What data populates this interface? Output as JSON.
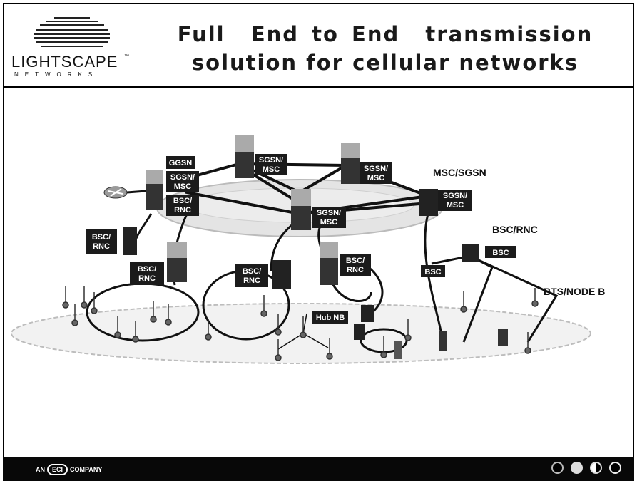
{
  "logo": {
    "wordmark": "LIGHTSCAPE",
    "tm": "™",
    "subtitle": "NETWORKS"
  },
  "title": {
    "line1": "Full  End to End  transmission",
    "line2": "solution for cellular networks"
  },
  "diagram": {
    "box_labels": {
      "ggsn": "GGSN",
      "sgsn_msc_left": "SGSN/ MSC",
      "bsc_rnc_left": "BSC/ RNC",
      "sgsn_msc_top1": "SGSN/ MSC",
      "sgsn_msc_top2": "SGSN/ MSC",
      "sgsn_msc_center": "SGSN/ MSC",
      "sgsn_msc_right": "SGSN/ MSC",
      "bsc_rnc_outer": "BSC/ RNC",
      "bsc_rnc_lower_left": "BSC/ RNC",
      "bsc_rnc_mid": "BSC/ RNC",
      "bsc_rnc_center": "BSC/ RNC",
      "hub_nb": "Hub NB",
      "bsc_right": "BSC",
      "bsc_far_right": "BSC"
    },
    "tier_labels": {
      "msc_sgsn": "MSC/SGSN",
      "bsc_rnc": "BSC/RNC",
      "bts": "BTS/NODE B"
    }
  },
  "footer": {
    "prefix": "AN",
    "company_mark": "ECI",
    "suffix": "COMPANY"
  },
  "colors": {
    "box": "#1b1b1b",
    "ring": "#d6d6d6",
    "footer": "#080808"
  }
}
